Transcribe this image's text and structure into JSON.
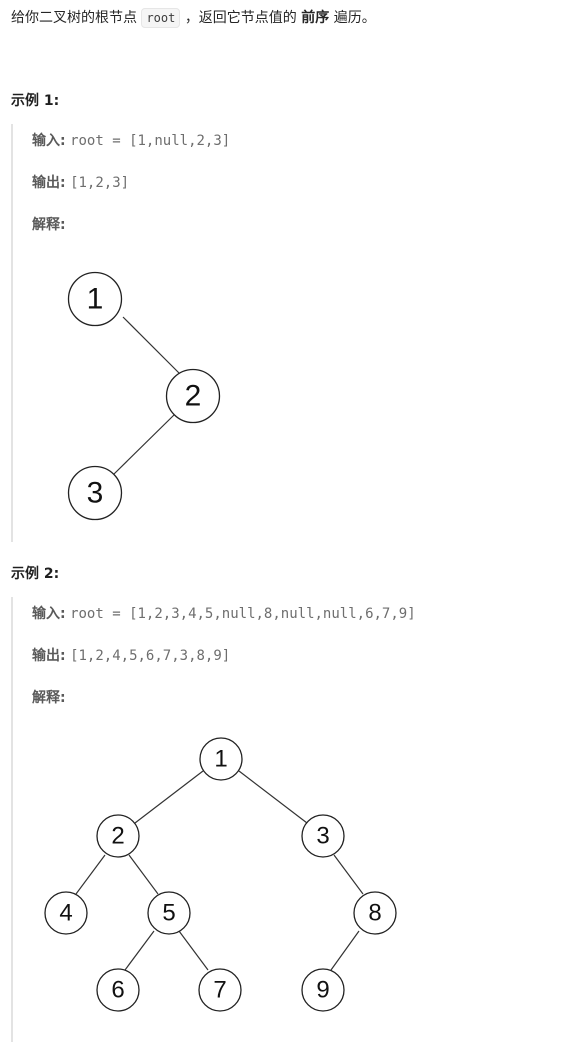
{
  "intro": {
    "prefix": "给你二叉树的根节点",
    "code": "root",
    "middle": "，返回它节点值的",
    "bold": "前序",
    "suffix": "遍历。"
  },
  "examples": [
    {
      "title": "示例 1:",
      "input_label": "输入:",
      "input_value": "root = [1,null,2,3]",
      "output_label": "输出:",
      "output_value": "[1,2,3]",
      "explain_label": "解释:",
      "tree_nodes": [
        "1",
        "2",
        "3"
      ]
    },
    {
      "title": "示例 2:",
      "input_label": "输入:",
      "input_value": "root = [1,2,3,4,5,null,8,null,null,6,7,9]",
      "output_label": "输出:",
      "output_value": "[1,2,4,5,6,7,3,8,9]",
      "explain_label": "解释:",
      "tree_nodes": [
        "1",
        "2",
        "3",
        "4",
        "5",
        "8",
        "6",
        "7",
        "9"
      ]
    }
  ]
}
